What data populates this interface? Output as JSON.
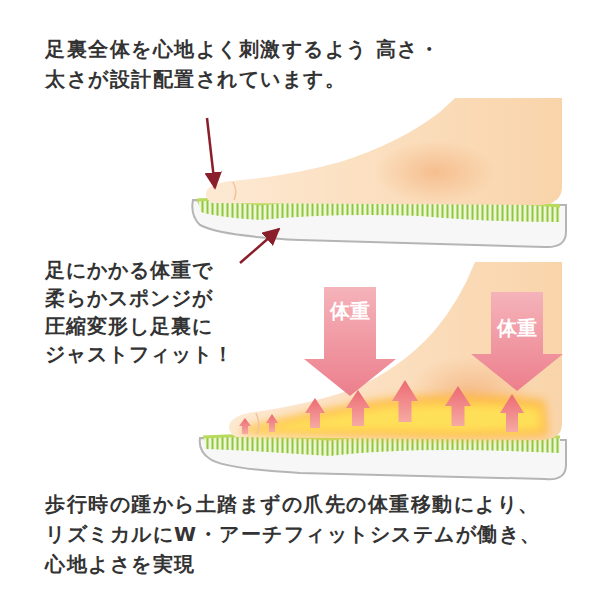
{
  "diagram": {
    "nodes": [
      {
        "text": [
          "体重"
        ]
      },
      {
        "text": [
          "体重"
        ]
      }
    ],
    "labels": [
      "足裏全体を心地よく刺激するよう 高さ・太さが設計配置されています。",
      "足にかかる体重で 柔らかスポンジが 圧縮変形し足裏に ジャストフィット！",
      "歩行時の踵から土踏まずの爪先の体重移動により、 リズミカルにW・アーチフィットシステムが働き、 心地よさを実現"
    ]
  }
}
